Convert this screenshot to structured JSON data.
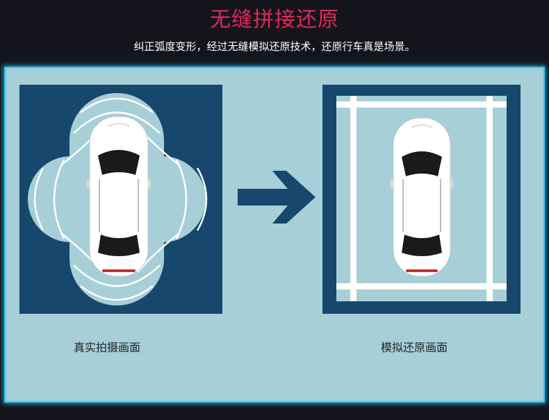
{
  "header": {
    "title": "无缝拼接还原",
    "subtitle": "纠正弧度变形，经过无缝模拟还原技术，还原行车真是场景。"
  },
  "panels": {
    "left_caption": "真实拍摄画面",
    "right_caption": "模拟还原画面"
  },
  "icons": {
    "arrow": "right-arrow-icon",
    "car": "car-top-view-icon"
  },
  "colors": {
    "title": "#e0285a",
    "panel_bg": "#a6cfd8",
    "panel_border": "#29c8f0",
    "square": "#17476c"
  }
}
